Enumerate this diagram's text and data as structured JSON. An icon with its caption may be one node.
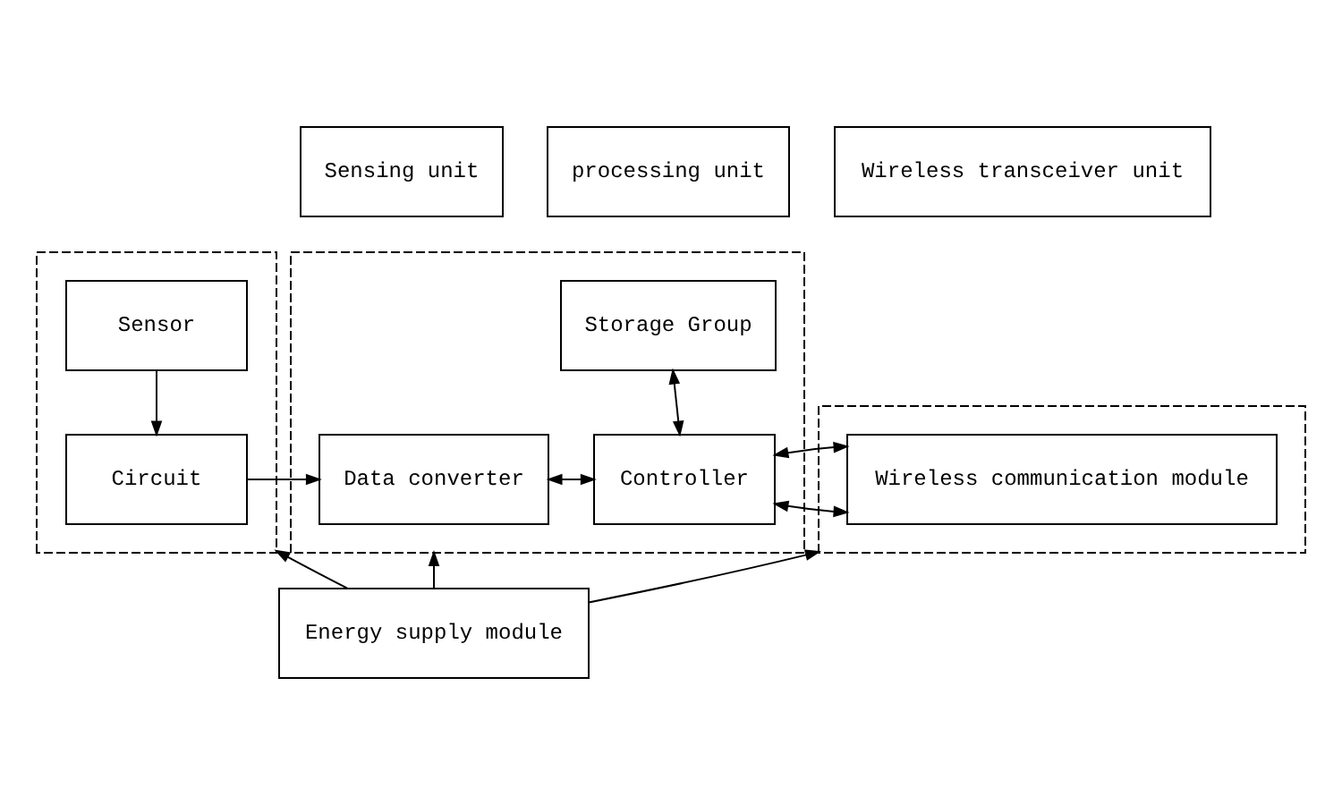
{
  "diagram": {
    "nodes": [
      {
        "text": [
          "processing unit"
        ]
      },
      {
        "text": [
          "Sensing unit"
        ]
      },
      {
        "text": [
          "Wireless transceiver unit"
        ]
      },
      {
        "text": [],
        "shape": "box"
      },
      {
        "text": [
          "Sensor"
        ],
        "in": 3
      },
      {
        "text": [
          "Circuit"
        ],
        "in": 3
      },
      {
        "text": [],
        "shape": "box"
      },
      {
        "text": [
          "Storage Group"
        ],
        "in": 6
      },
      {
        "text": [
          "Data converter"
        ],
        "in": 6
      },
      {
        "text": [
          "Controller"
        ],
        "in": 6
      },
      {
        "text": [],
        "shape": "box"
      },
      {
        "text": [
          "Wireless communication module"
        ],
        "in": 10
      },
      {
        "text": [
          "Energy supply module"
        ]
      }
    ],
    "edges": [
      {
        "from": 4,
        "to": 5,
        "arrow": "to"
      },
      {
        "from": 5,
        "to": 8,
        "arrow": "to"
      },
      {
        "from": 8,
        "to": 9,
        "arrow": "both"
      },
      {
        "from": 7,
        "to": 9,
        "arrow": "both"
      },
      {
        "from": 9,
        "to": 11,
        "arrow": "both"
      },
      {
        "from": 12,
        "to": 3,
        "arrow": "to"
      },
      {
        "from": 12,
        "to": 6,
        "arrow": "to"
      },
      {
        "from": 12,
        "to": 10,
        "arrow": "to"
      }
    ]
  }
}
